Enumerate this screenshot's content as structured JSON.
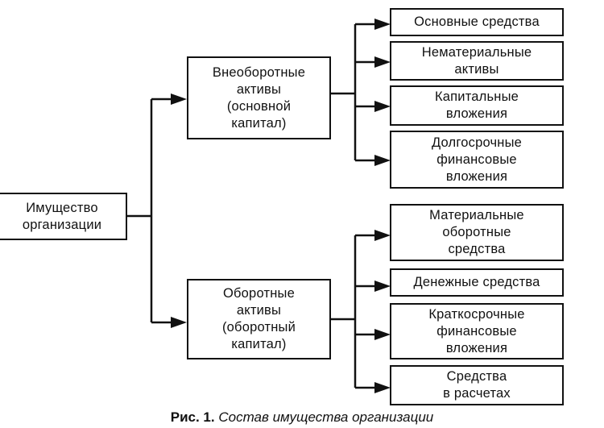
{
  "diagram": {
    "root": {
      "lines": [
        "Имущество",
        "организации"
      ]
    },
    "branches": [
      {
        "lines": [
          "Внеоборотные",
          "активы",
          "(основной",
          "капитал)"
        ],
        "children": [
          {
            "lines": [
              "Основные средства"
            ]
          },
          {
            "lines": [
              "Нематериальные",
              "активы"
            ]
          },
          {
            "lines": [
              "Капитальные",
              "вложения"
            ]
          },
          {
            "lines": [
              "Долгосрочные",
              "финансовые",
              "вложения"
            ]
          }
        ]
      },
      {
        "lines": [
          "Оборотные",
          "активы",
          "(оборотный",
          "капитал)"
        ],
        "children": [
          {
            "lines": [
              "Материальные",
              "оборотные",
              "средства"
            ]
          },
          {
            "lines": [
              "Денежные средства"
            ]
          },
          {
            "lines": [
              "Краткосрочные",
              "финансовые",
              "вложения"
            ]
          },
          {
            "lines": [
              "Средства",
              "в расчетах"
            ]
          }
        ]
      }
    ]
  },
  "caption": {
    "number": "Рис. 1.",
    "text": "Состав имущества организации"
  },
  "colors": {
    "line": "#111111",
    "background": "#ffffff"
  }
}
